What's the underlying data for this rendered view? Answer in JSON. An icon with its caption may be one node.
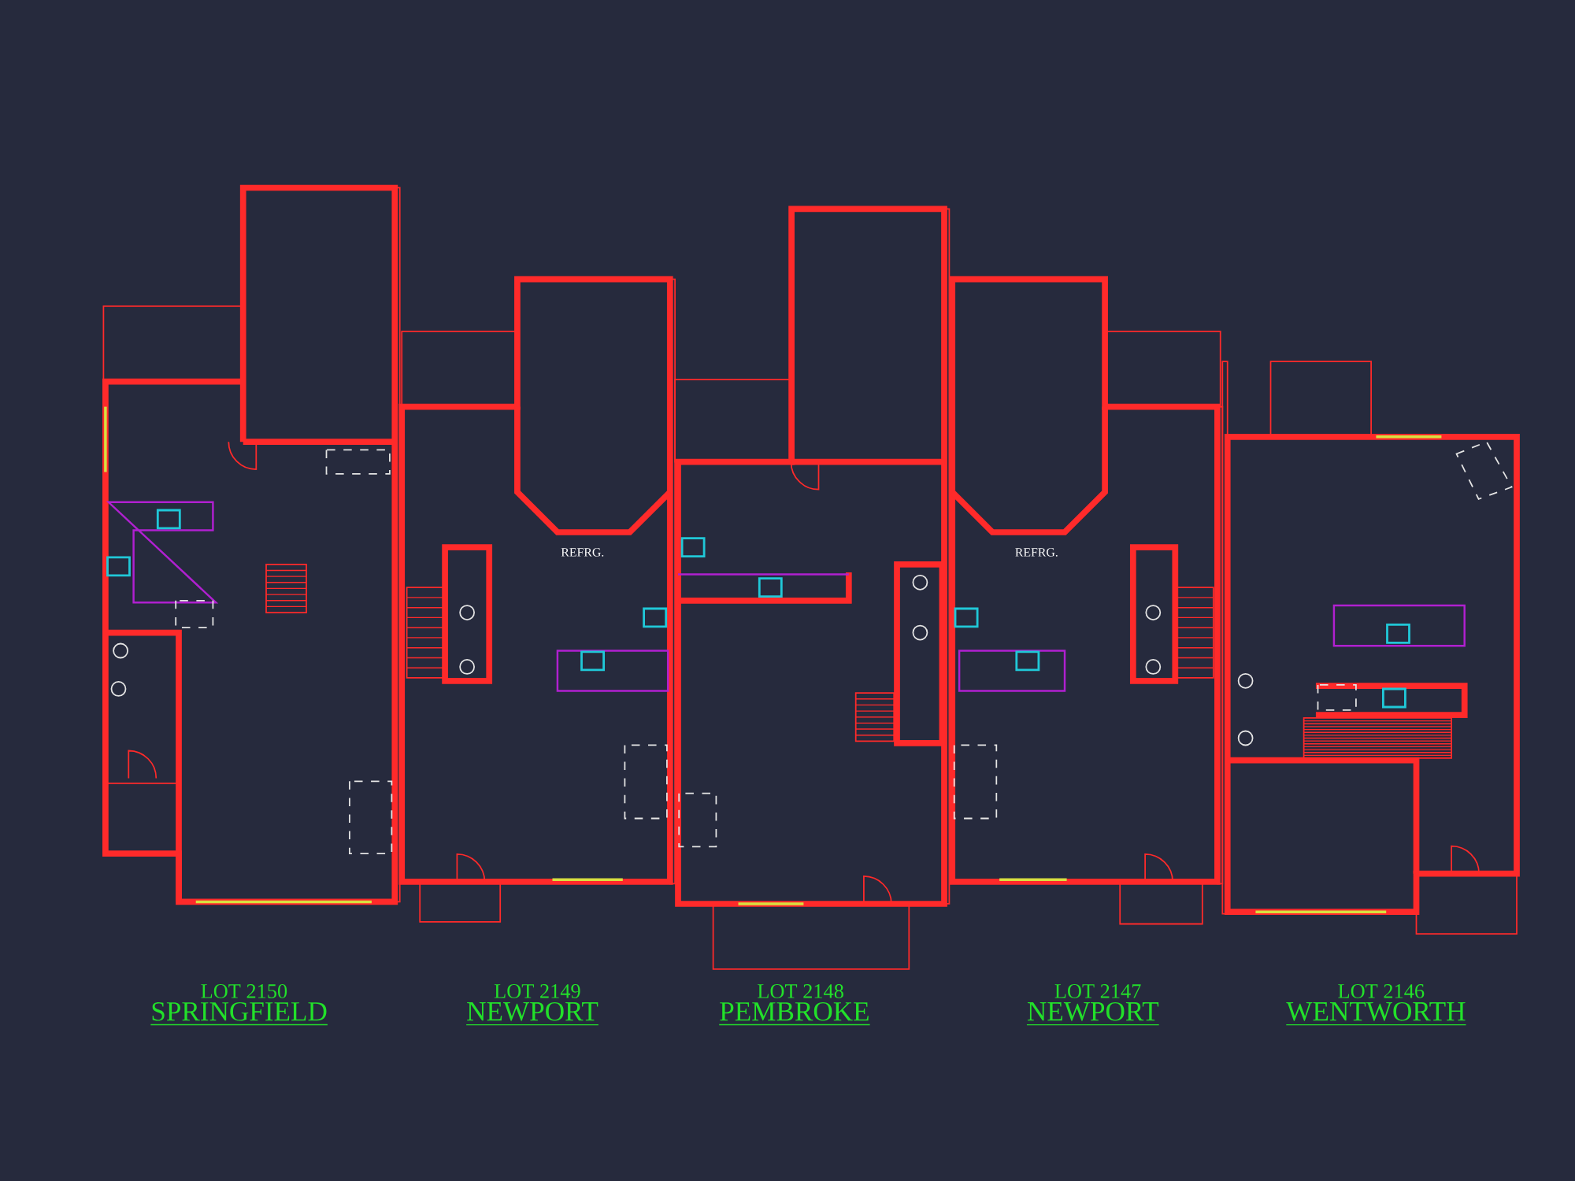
{
  "diagram": {
    "labels": [
      "REFRG.",
      "REFRG.",
      "LOT 2150",
      "SPRINGFIELD",
      "LOT 2149",
      "NEWPORT",
      "LOT 2148",
      "PEMBROKE",
      "LOT 2147",
      "NEWPORT",
      "LOT 2146",
      "WENTWORTH"
    ]
  }
}
